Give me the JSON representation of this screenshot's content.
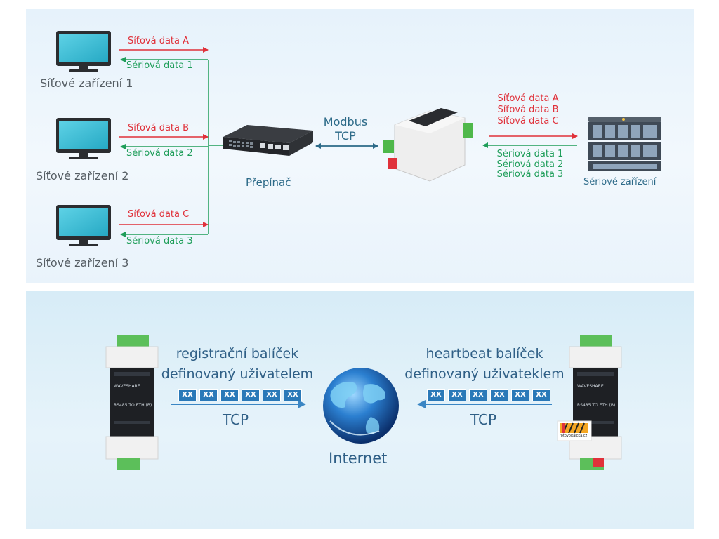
{
  "top": {
    "devices": [
      {
        "name": "Síťové zařízení 1",
        "net": "Síťová data A",
        "serial": "Sériová data 1"
      },
      {
        "name": "Síťové zařízení 2",
        "net": "Síťová data B",
        "serial": "Sériová data 2"
      },
      {
        "name": "Síťové zařízení 3",
        "net": "Síťová data C",
        "serial": "Sériová data 3"
      }
    ],
    "switch_label": "Přepínač",
    "link_line1": "Modbus",
    "link_line2": "TCP",
    "right_net": [
      "Síťová data A",
      "Síťová data B",
      "Síťová data C"
    ],
    "right_serial": [
      "Sériová data 1",
      "Sériová data 2",
      "Sériová data 3"
    ],
    "serial_device": "Sériové zařízení"
  },
  "bottom": {
    "left_text1": "registrační balíček",
    "left_text2": "definovaný uživatelem",
    "right_text1": "heartbeat balíček",
    "right_text2": "definovaný uživateklem",
    "packet_label": "XX",
    "tcp_left": "TCP",
    "tcp_right": "TCP",
    "internet": "Internet",
    "module_brand": "WAVESHARE",
    "module_model": "RS485 TO ETH (B)",
    "logo_text": "fotovoltaicka.cz"
  },
  "colors": {
    "red": "#e0313a",
    "green": "#1f9e5a",
    "blue": "#2a79b8",
    "teal": "#2c6a88"
  }
}
